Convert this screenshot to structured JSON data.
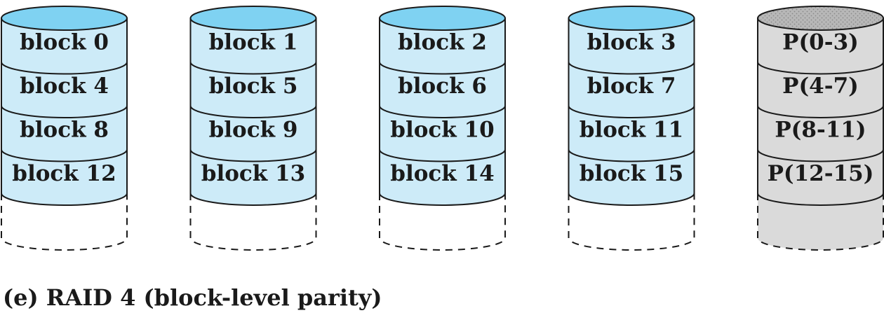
{
  "caption": "(e) RAID 4 (block-level parity)",
  "colors": {
    "data_fill": "#cdebf8",
    "data_top": "#7fd2f2",
    "parity_fill": "#dadada",
    "parity_top": "#b8b8b8",
    "stroke": "#1a1a1a"
  },
  "disks": [
    {
      "kind": "data",
      "blocks": [
        "block 0",
        "block 4",
        "block 8",
        "block 12"
      ]
    },
    {
      "kind": "data",
      "blocks": [
        "block 1",
        "block 5",
        "block 9",
        "block 13"
      ]
    },
    {
      "kind": "data",
      "blocks": [
        "block 2",
        "block 6",
        "block 10",
        "block 14"
      ]
    },
    {
      "kind": "data",
      "blocks": [
        "block 3",
        "block 7",
        "block 11",
        "block 15"
      ]
    },
    {
      "kind": "parity",
      "blocks": [
        "P(0-3)",
        "P(4-7)",
        "P(8-11)",
        "P(12-15)"
      ]
    }
  ]
}
